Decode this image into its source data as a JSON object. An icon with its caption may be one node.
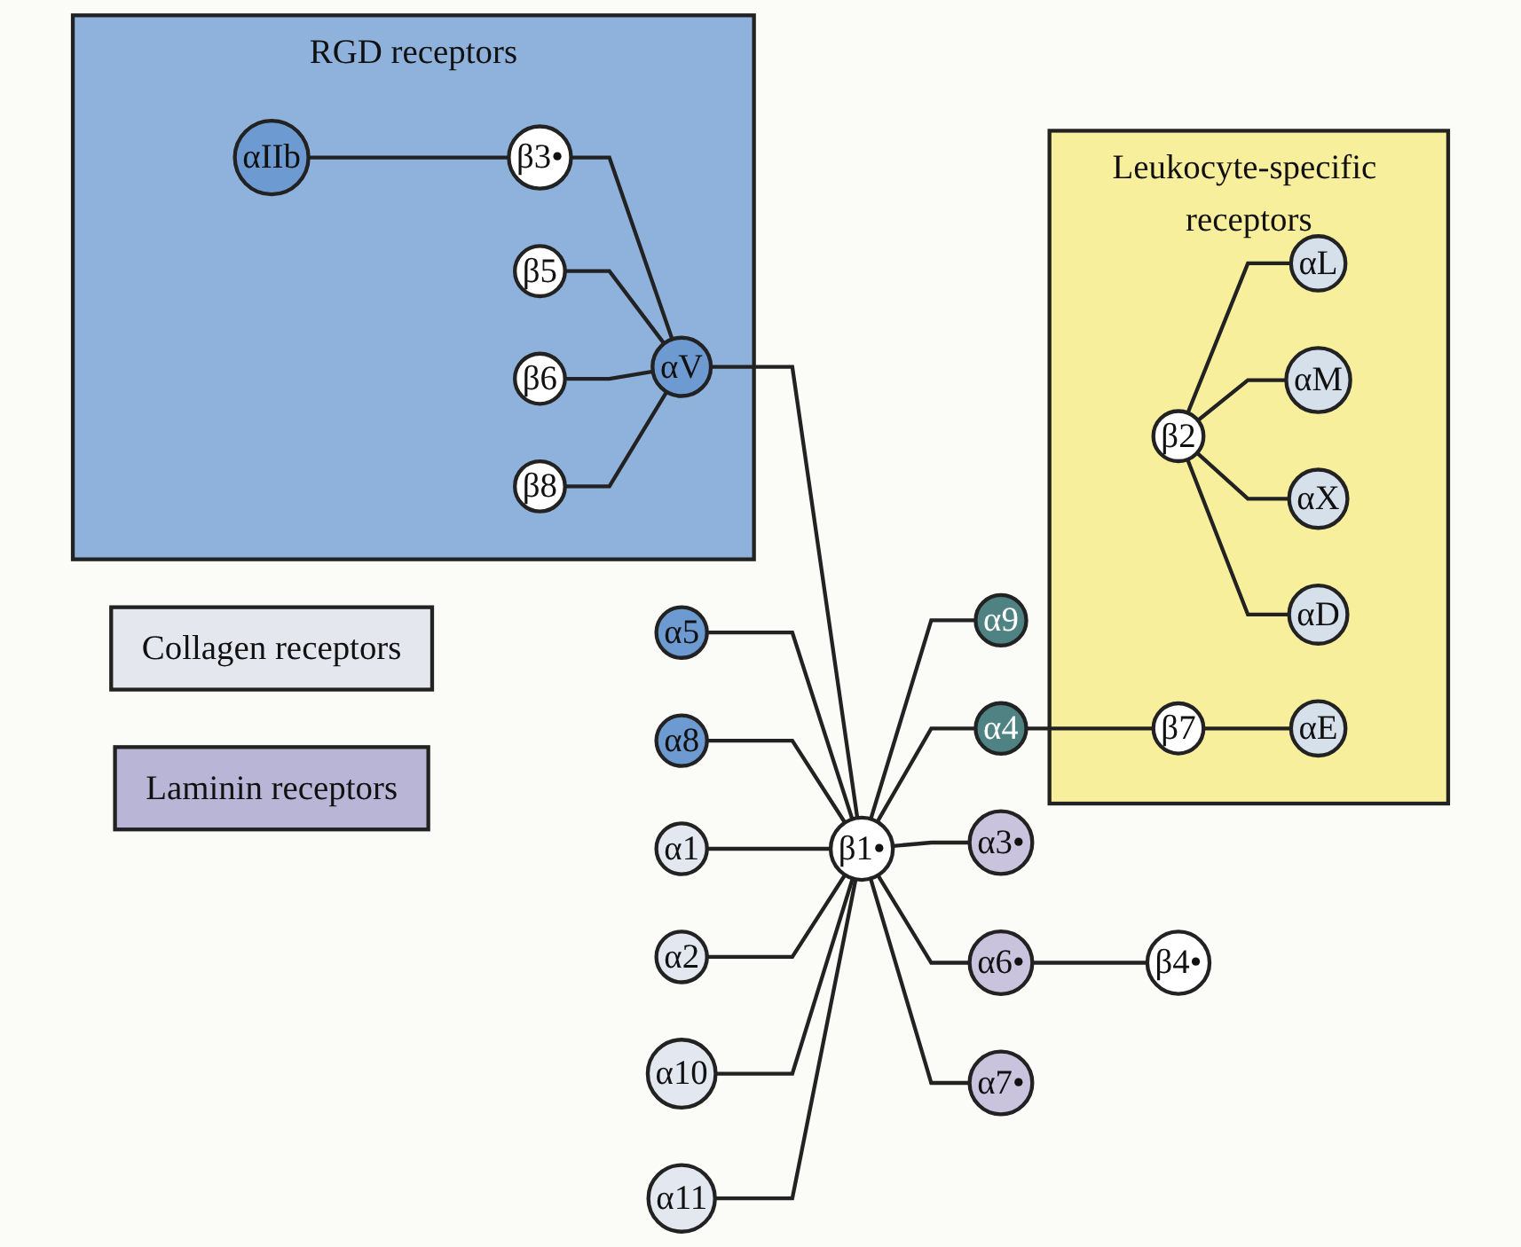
{
  "diagram": {
    "nodes": [
      {
        "text": [
          "RGD receptors"
        ]
      },
      {
        "text": [
          "αIIb"
        ],
        "in": 0
      },
      {
        "text": [
          "β3•"
        ],
        "in": 0
      },
      {
        "text": [
          "β5"
        ],
        "in": 0
      },
      {
        "text": [
          "β6"
        ],
        "in": 0
      },
      {
        "text": [
          "αV"
        ],
        "in": 0
      },
      {
        "text": [
          "β8"
        ],
        "in": 0
      },
      {
        "text": [
          "Collagen receptors"
        ]
      },
      {
        "text": [
          "Leukocyte-specific receptors"
        ]
      },
      {
        "text": [
          "β2"
        ],
        "in": 8
      },
      {
        "text": [
          "α1"
        ]
      },
      {
        "text": [
          "α2"
        ]
      },
      {
        "text": [
          "α10"
        ]
      },
      {
        "text": [
          "α5"
        ]
      },
      {
        "text": [
          "α11"
        ]
      },
      {
        "text": [
          "β1•"
        ]
      },
      {
        "text": [
          "α9"
        ]
      },
      {
        "text": [
          "αL"
        ],
        "in": 8
      },
      {
        "text": [
          "αM"
        ],
        "in": 8
      },
      {
        "text": [
          "αX"
        ],
        "in": 8
      },
      {
        "text": [
          "αD"
        ],
        "in": 8
      },
      {
        "text": [
          "α8"
        ]
      },
      {
        "text": [
          "α4"
        ]
      },
      {
        "text": [
          "α3•"
        ]
      },
      {
        "text": [
          "α6•"
        ]
      },
      {
        "text": [
          "α7•"
        ]
      },
      {
        "text": [
          "β7"
        ],
        "in": 8
      },
      {
        "text": [
          "Laminin receptors"
        ]
      },
      {
        "text": [
          "αE"
        ],
        "in": 8
      },
      {
        "text": [
          "β4•"
        ]
      }
    ],
    "edges": [
      {
        "from": 1,
        "to": 2,
        "arrow": "none"
      },
      {
        "from": 2,
        "to": 5,
        "arrow": "none"
      },
      {
        "from": 3,
        "to": 5,
        "arrow": "none"
      },
      {
        "from": 4,
        "to": 5,
        "arrow": "none"
      },
      {
        "from": 6,
        "to": 5,
        "arrow": "none"
      },
      {
        "from": 5,
        "to": 15,
        "arrow": "none"
      },
      {
        "from": 13,
        "to": 15,
        "arrow": "none"
      },
      {
        "from": 21,
        "to": 15,
        "arrow": "none"
      },
      {
        "from": 10,
        "to": 15,
        "arrow": "none"
      },
      {
        "from": 11,
        "to": 15,
        "arrow": "none"
      },
      {
        "from": 12,
        "to": 15,
        "arrow": "none"
      },
      {
        "from": 14,
        "to": 15,
        "arrow": "none"
      },
      {
        "from": 15,
        "to": 16,
        "arrow": "none"
      },
      {
        "from": 15,
        "to": 22,
        "arrow": "none"
      },
      {
        "from": 15,
        "to": 23,
        "arrow": "none"
      },
      {
        "from": 15,
        "to": 24,
        "arrow": "none"
      },
      {
        "from": 15,
        "to": 25,
        "arrow": "none"
      },
      {
        "from": 24,
        "to": 29,
        "arrow": "none"
      },
      {
        "from": 22,
        "to": 26,
        "arrow": "none"
      },
      {
        "from": 26,
        "to": 28,
        "arrow": "none"
      },
      {
        "from": 9,
        "to": 17,
        "arrow": "none"
      },
      {
        "from": 9,
        "to": 18,
        "arrow": "none"
      },
      {
        "from": 9,
        "to": 19,
        "arrow": "none"
      },
      {
        "from": 9,
        "to": 20,
        "arrow": "none"
      }
    ]
  }
}
